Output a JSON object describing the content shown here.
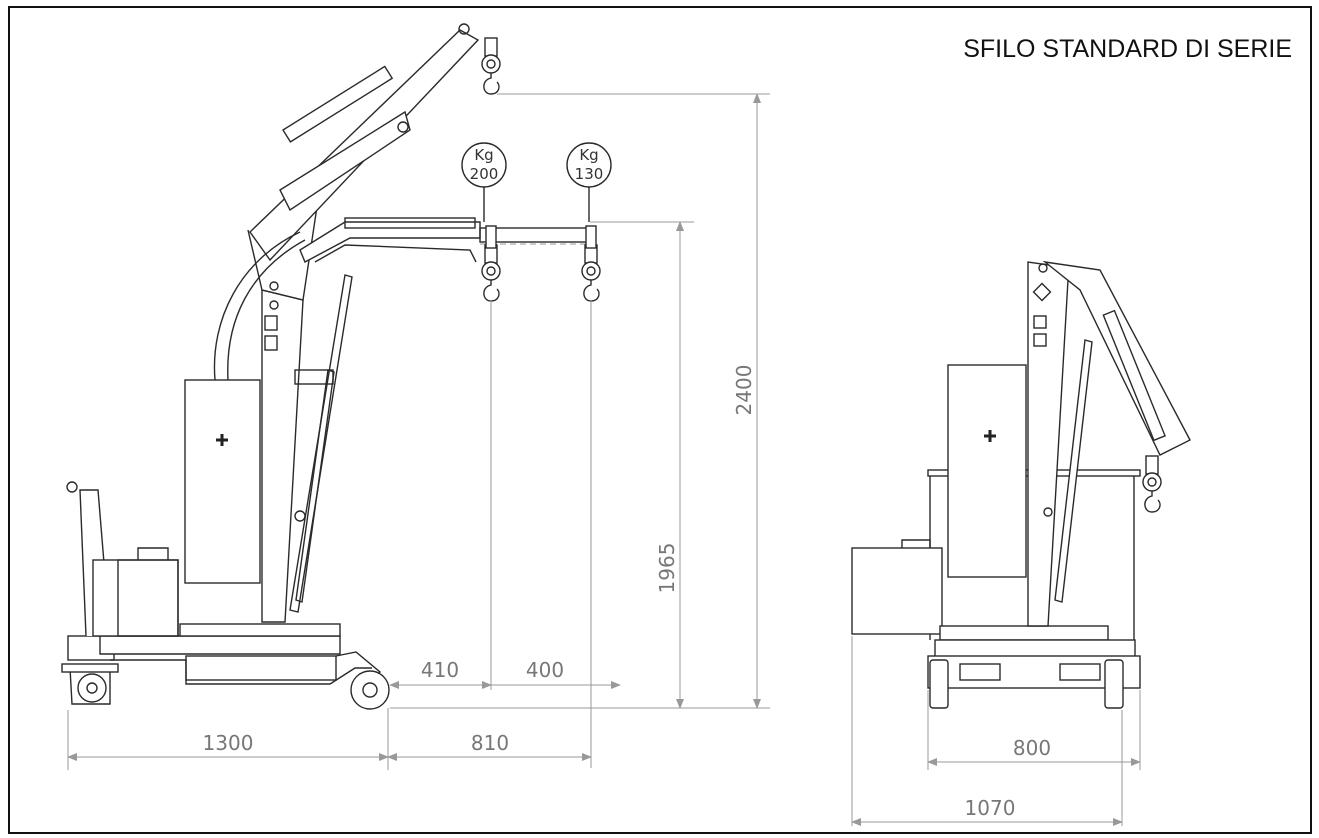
{
  "title": "SFILO STANDARD DI SERIE",
  "load_tags": [
    {
      "unit": "Kg",
      "value": "200"
    },
    {
      "unit": "Kg",
      "value": "130"
    }
  ],
  "dimensions": {
    "total_height": "2400",
    "hook_height": "1965",
    "base_length": "1300",
    "reach_total": "810",
    "reach_near": "410",
    "reach_far": "400",
    "inner_width": "800",
    "outer_width": "1070"
  }
}
